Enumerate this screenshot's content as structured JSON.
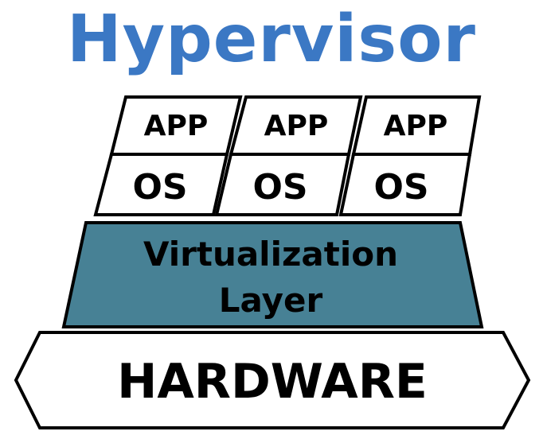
{
  "title": "Hypervisor",
  "stacks": [
    {
      "app_label": "APP",
      "os_label": "OS"
    },
    {
      "app_label": "APP",
      "os_label": "OS"
    },
    {
      "app_label": "APP",
      "os_label": "OS"
    }
  ],
  "virtualization_layer": {
    "line1": "Virtualization",
    "line2": "Layer"
  },
  "hardware": {
    "label": "HARDWARE"
  },
  "colors": {
    "title": "#3b78c4",
    "virtualization_fill": "#478195",
    "outline": "#000000",
    "box_fill": "#ffffff"
  }
}
